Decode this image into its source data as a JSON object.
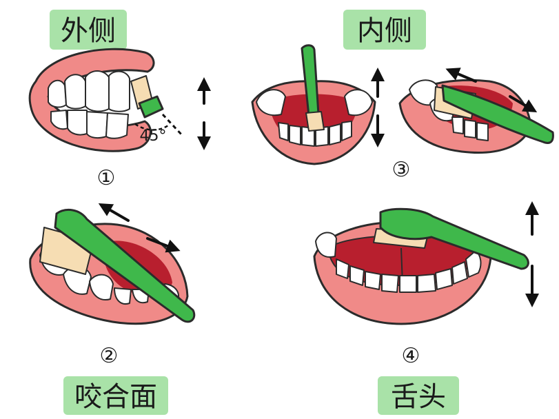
{
  "labels": {
    "outer": "外侧",
    "inner": "内侧",
    "chewing": "咬合面",
    "tongue": "舌头"
  },
  "steps": {
    "one": "①",
    "two": "②",
    "three": "③",
    "four": "④"
  },
  "angle": "45°",
  "colors": {
    "label_bg": "#a9e2a8",
    "brush": "#3fb84b",
    "lip": "#f08a88",
    "mouth": "#b81f2e",
    "bristle": "#f6ddb3"
  }
}
